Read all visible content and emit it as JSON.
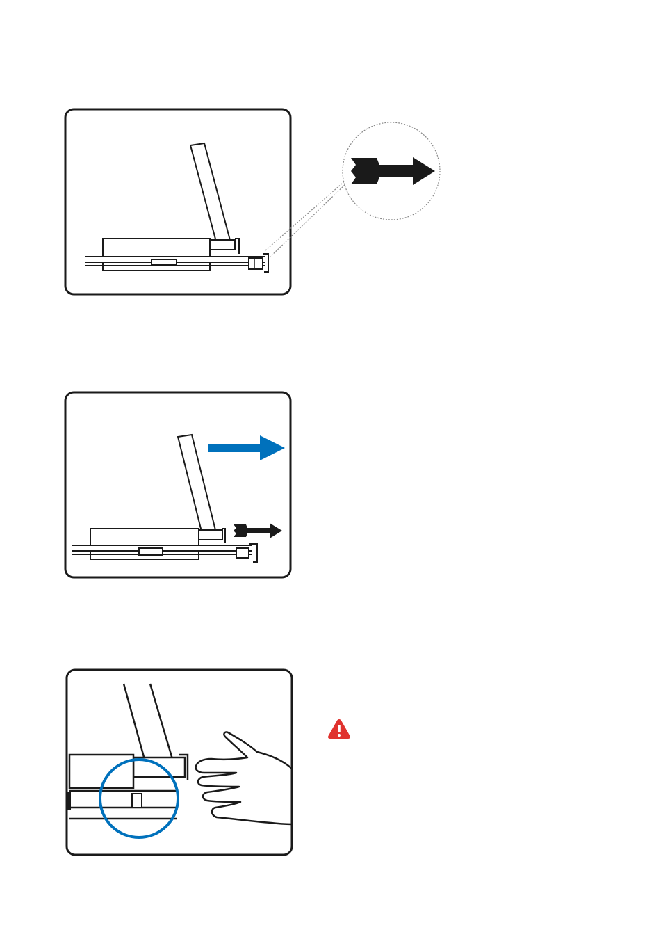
{
  "document": {
    "page_size": "954x1350",
    "text_content": "",
    "figures": [
      {
        "name": "step-1",
        "content": [
          "tilted-lever",
          "stacked-tray-assembly",
          "locking-pin"
        ],
        "callout": "locking-pin-pull-arrow"
      },
      {
        "name": "step-2",
        "content": [
          "tilted-lever",
          "stacked-tray-assembly",
          "locking-pin",
          "pull-direction-arrow",
          "pin-removal-arrow"
        ]
      },
      {
        "name": "step-3",
        "content": [
          "lever-close-up",
          "highlight-circle",
          "hand"
        ],
        "warning": "warning-icon"
      }
    ]
  },
  "colors": {
    "outline": "#1a1a1a",
    "accent_blue": "#0071bc",
    "warning_red": "#e0322e",
    "dotted_gray": "#888888",
    "background": "#ffffff"
  }
}
